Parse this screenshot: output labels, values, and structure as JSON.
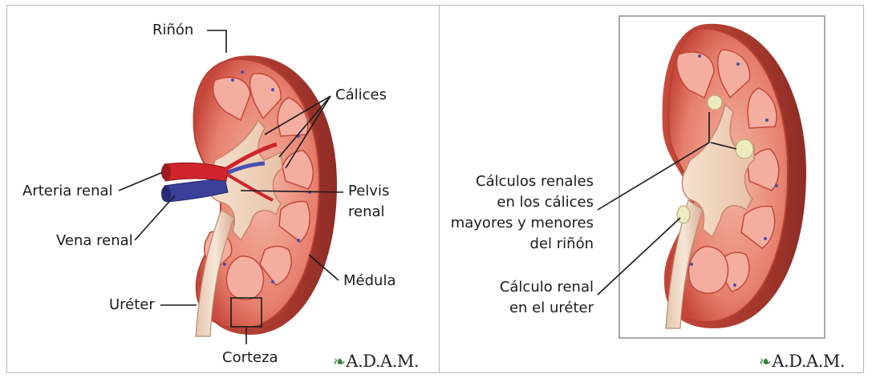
{
  "left_panel": {
    "labels": {
      "kidney": "Riñón",
      "calyces": "Cálices",
      "renal_artery": "Arteria renal",
      "renal_pelvis_line1": "Pelvis",
      "renal_pelvis_line2": "renal",
      "renal_vein": "Vena renal",
      "medulla": "Médula",
      "ureter": "Uréter",
      "cortex": "Corteza"
    },
    "logo": "A.D.A.M."
  },
  "right_panel": {
    "labels": {
      "stones_calyces": [
        "Cálculos renales",
        "en los cálices",
        "mayores y menores",
        "del riñón"
      ],
      "stone_ureter": [
        "Cálculo renal",
        "en el uréter"
      ]
    },
    "logo": "A.D.A.M."
  },
  "colors": {
    "capsule": "#e8998a",
    "cortex": "#d8503f",
    "pyramid": "#f0a79a",
    "pelvis": "#f3dcc8",
    "artery": "#d0242c",
    "vein": "#3a3f9a",
    "stone": "#eeeac0",
    "leaf": "#2f7d32"
  }
}
